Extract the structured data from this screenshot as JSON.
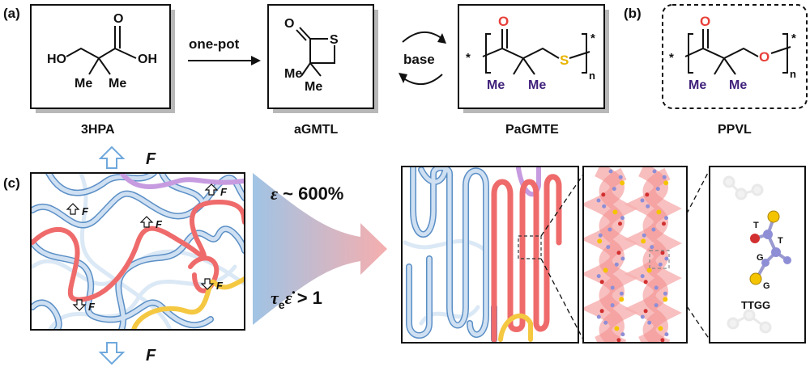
{
  "panel_labels": {
    "a": "(a)",
    "b": "(b)",
    "c": "(c)"
  },
  "structures": {
    "hpa": {
      "name": "3HPA",
      "atoms": {
        "ho": "HO",
        "oh": "OH",
        "o": "O",
        "me1": "Me",
        "me2": "Me"
      }
    },
    "agmtl": {
      "name": "aGMTL",
      "atoms": {
        "o": "O",
        "s": "S",
        "me1": "Me",
        "me2": "Me"
      }
    },
    "pagmte": {
      "name": "PaGMTE",
      "atoms": {
        "o": "O",
        "s": "S",
        "me1": "Me",
        "me2": "Me",
        "n": "n",
        "star": "*"
      }
    },
    "ppvl": {
      "name": "PPVL",
      "atoms": {
        "o1": "O",
        "o2": "O",
        "me1": "Me",
        "me2": "Me",
        "n": "n",
        "star": "*"
      }
    }
  },
  "arrows": {
    "one_pot": "one-pot",
    "base": "base"
  },
  "force": {
    "f_label": "F"
  },
  "deform": {
    "strain": "ε ~ 600%",
    "tau": "τ",
    "tau_sub": "e",
    "eps_dot": "ε̇",
    "gt": " > 1"
  },
  "zoom": {
    "t1": "T",
    "t2": "T",
    "g1": "G",
    "g2": "G",
    "ttgg": "TTGG"
  },
  "colors": {
    "oxygen": "#e8403a",
    "sulfur": "#e8b400",
    "methyl": "#3f1f7a",
    "chain_blue": "#b9d3ec",
    "chain_red": "#ef6b6b",
    "chain_yellow": "#f5c842",
    "chain_purple": "#c79be0",
    "arrow_blue": "#6fa8dc"
  }
}
